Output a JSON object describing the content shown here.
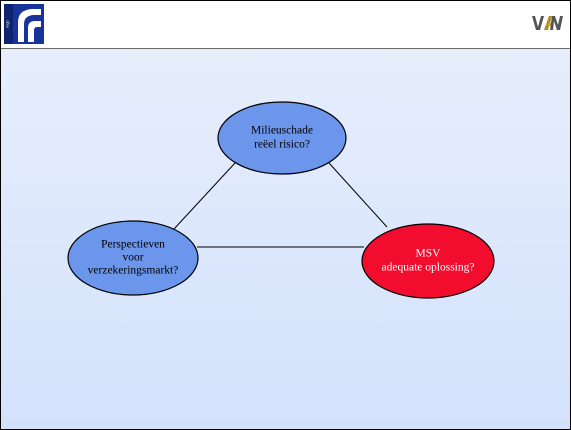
{
  "diagram": {
    "nodes": [
      {
        "id": "milieuschade",
        "lines": [
          "Milieuschade",
          "reëel risico?"
        ],
        "color": "#6b96ec",
        "text_color": "#000000"
      },
      {
        "id": "perspectieven",
        "lines": [
          "Perspectieven",
          "voor",
          "verzekeringsmarkt?"
        ],
        "color": "#6b96ec",
        "text_color": "#000000"
      },
      {
        "id": "msv",
        "lines": [
          "MSV",
          "adequate oplossing?"
        ],
        "color": "#f20c2e",
        "text_color": "#ffffff"
      }
    ],
    "edges": [
      {
        "from": "milieuschade",
        "to": "perspectieven"
      },
      {
        "from": "milieuschade",
        "to": "msv"
      },
      {
        "from": "perspectieven",
        "to": "msv"
      }
    ]
  },
  "colors": {
    "background": "#dce7fb",
    "header_rule": "#6b6b6b",
    "edge": "#000000"
  }
}
